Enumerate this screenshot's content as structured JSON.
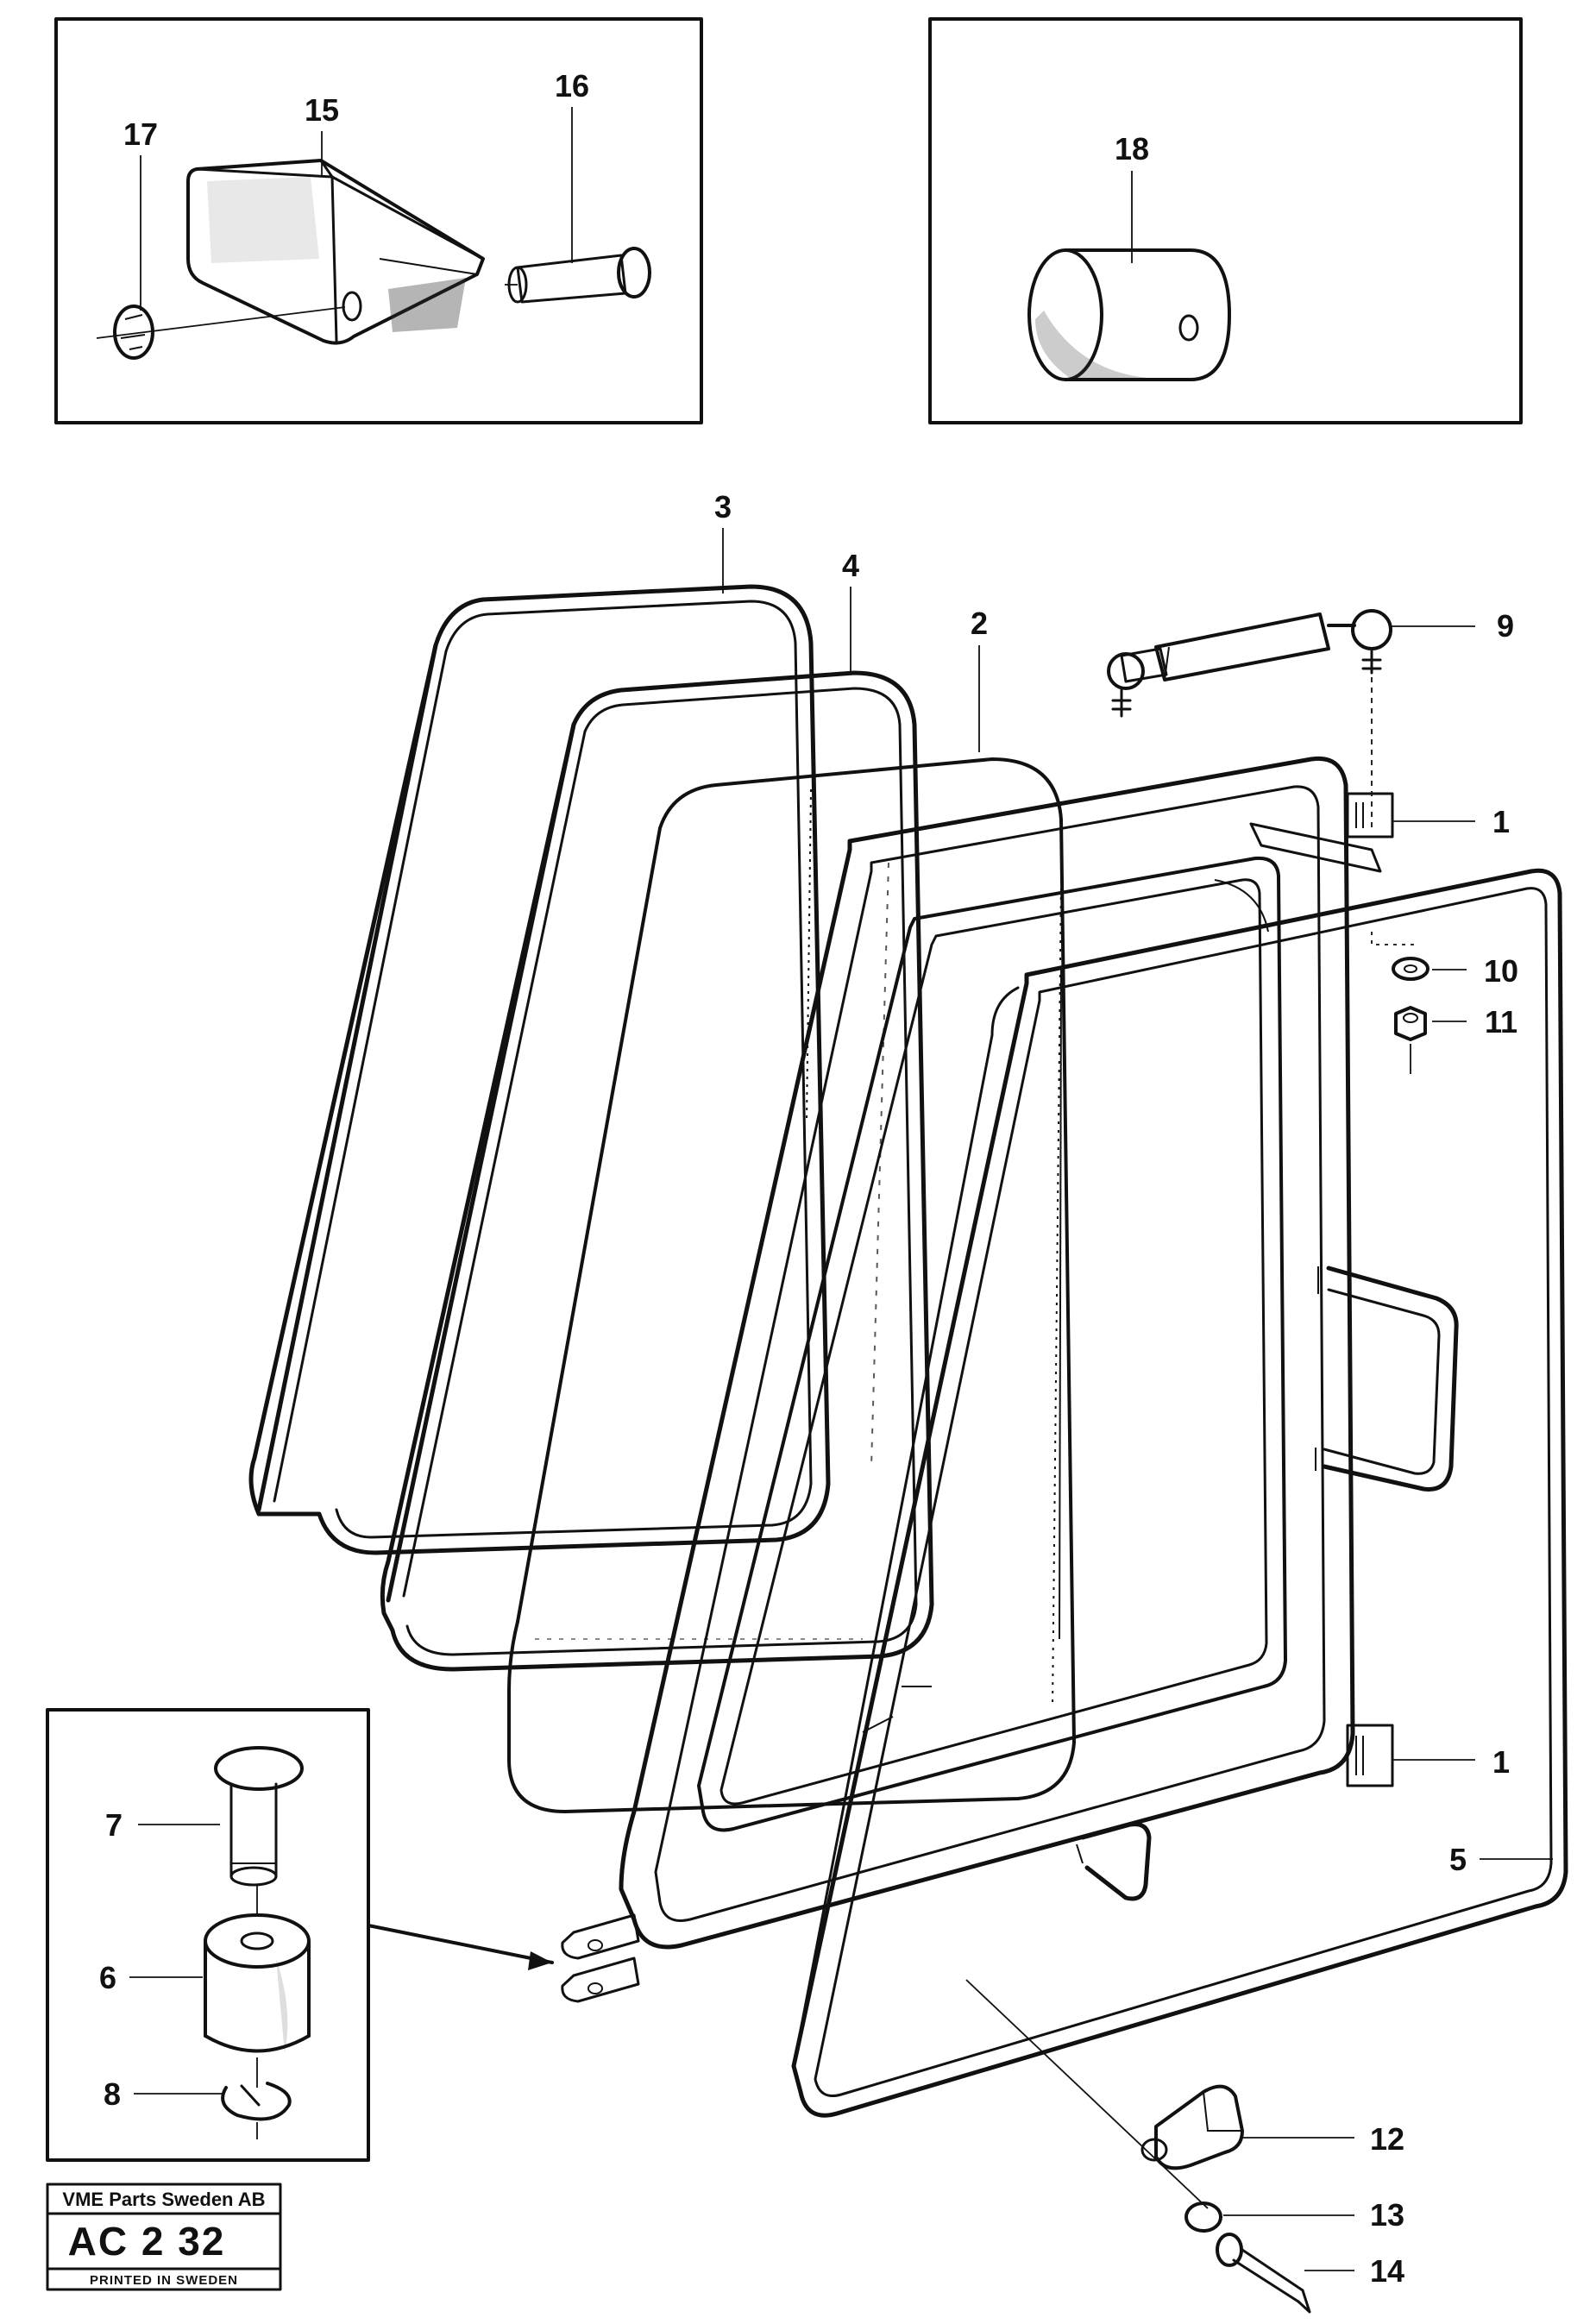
{
  "stamp": {
    "company": "VME Parts Sweden AB",
    "code": "AC 2 32",
    "printed": "PRINTED IN SWEDEN"
  },
  "callouts": {
    "c1a": "1",
    "c1b": "1",
    "c2": "2",
    "c3": "3",
    "c4": "4",
    "c5": "5",
    "c6": "6",
    "c7": "7",
    "c8": "8",
    "c9": "9",
    "c10": "10",
    "c11": "11",
    "c12": "12",
    "c13": "13",
    "c14": "14",
    "c15": "15",
    "c16": "16",
    "c17": "17",
    "c18": "18"
  }
}
